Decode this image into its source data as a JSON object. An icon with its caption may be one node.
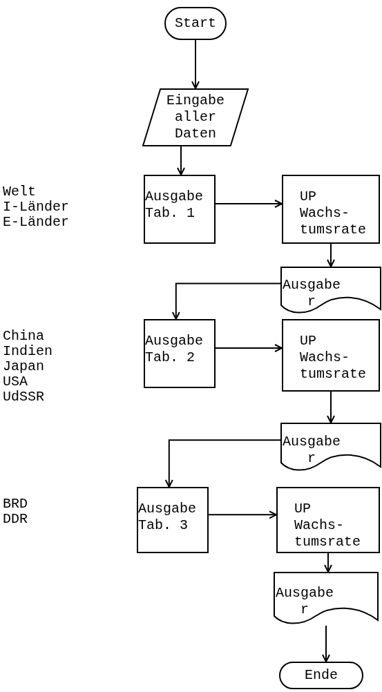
{
  "diagram": {
    "nodes": [
      {
        "text": [
          "Start"
        ]
      },
      {
        "text": [
          "Eingabe aller Daten"
        ]
      },
      {
        "text": [
          "Ausgabe Tab. 1"
        ],
        "beside": [
          "Welt",
          "I-Länder",
          "E-Länder"
        ]
      },
      {
        "text": [
          "UP Wachs- tumsrate"
        ]
      },
      {
        "text": [
          "Ausgabe r"
        ]
      },
      {
        "text": [
          "Ausgabe Tab. 2"
        ],
        "beside": [
          "China",
          "Indien",
          "Japan",
          "USA",
          "UdSSR"
        ]
      },
      {
        "text": [
          "UP Wachs- tumsrate"
        ]
      },
      {
        "text": [
          "Ausgabe r"
        ]
      },
      {
        "text": [
          "Ausgabe Tab. 3"
        ],
        "beside": [
          "BRD",
          "DDR"
        ]
      },
      {
        "text": [
          "UP Wachs- tumsrate"
        ]
      },
      {
        "text": [
          "Ausgabe r"
        ]
      },
      {
        "text": [
          "Ende"
        ]
      }
    ],
    "edges": [
      {
        "from": 0,
        "to": 1,
        "arrow": "to"
      },
      {
        "from": 1,
        "to": 2,
        "arrow": "to"
      },
      {
        "from": 2,
        "to": 3,
        "arrow": "to"
      },
      {
        "from": 3,
        "to": 4,
        "arrow": "to"
      },
      {
        "from": 4,
        "to": 5,
        "arrow": "to"
      },
      {
        "from": 5,
        "to": 6,
        "arrow": "to"
      },
      {
        "from": 6,
        "to": 7,
        "arrow": "to"
      },
      {
        "from": 7,
        "to": 8,
        "arrow": "to"
      },
      {
        "from": 8,
        "to": 9,
        "arrow": "to"
      },
      {
        "from": 9,
        "to": 10,
        "arrow": "to"
      },
      {
        "from": 10,
        "to": 11,
        "arrow": "to"
      }
    ]
  }
}
